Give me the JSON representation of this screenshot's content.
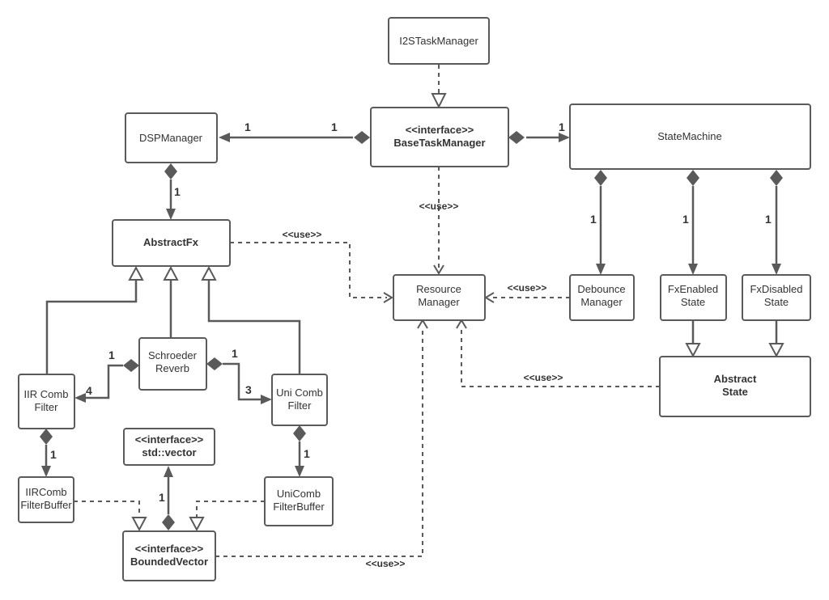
{
  "classes": {
    "i2s": {
      "line1": "I2STaskManager"
    },
    "base": {
      "line1": "<<interface>>",
      "line2": "BaseTaskManager"
    },
    "dsp": {
      "line1": "DSPManager"
    },
    "state": {
      "line1": "StateMachine"
    },
    "abstractfx": {
      "line1": "AbstractFx"
    },
    "resource": {
      "line1": "Resource",
      "line2": "Manager"
    },
    "debounce": {
      "line1": "Debounce",
      "line2": "Manager"
    },
    "fxenabled": {
      "line1": "FxEnabled",
      "line2": "State"
    },
    "fxdisabled": {
      "line1": "FxDisabled",
      "line2": "State"
    },
    "abstractstate": {
      "line1": "Abstract",
      "line2": "State"
    },
    "schroeder": {
      "line1": "Schroeder",
      "line2": "Reverb"
    },
    "iir": {
      "line1": "IIR Comb",
      "line2": "Filter"
    },
    "uni": {
      "line1": "Uni Comb",
      "line2": "Filter"
    },
    "stdvector": {
      "line1": "<<interface>>",
      "line2": "std::vector"
    },
    "iirbuf": {
      "line1": "IIRComb",
      "line2": "FilterBuffer"
    },
    "unibuf": {
      "line1": "UniComb",
      "line2": "FilterBuffer"
    },
    "bounded": {
      "line1": "<<interface>>",
      "line2": "BoundedVector"
    }
  },
  "multiplicities": {
    "base_dsp_left": "1",
    "base_dsp_right": "1",
    "base_state": "1",
    "dsp_abstractfx": "1",
    "state_debounce": "1",
    "state_fxenabled": "1",
    "state_fxdisabled": "1",
    "schroeder_iir_top": "1",
    "schroeder_iir_bottom": "4",
    "schroeder_uni_top": "1",
    "schroeder_uni_bottom": "3",
    "iir_iirbuf": "1",
    "uni_unibuf": "1",
    "bounded_stdvector": "1"
  },
  "stereotypes": {
    "base_resource": "<<use>>",
    "abstractfx_resource": "<<use>>",
    "debounce_resource": "<<use>>",
    "abstractstate_resource": "<<use>>",
    "bounded_resource": "<<use>>"
  }
}
